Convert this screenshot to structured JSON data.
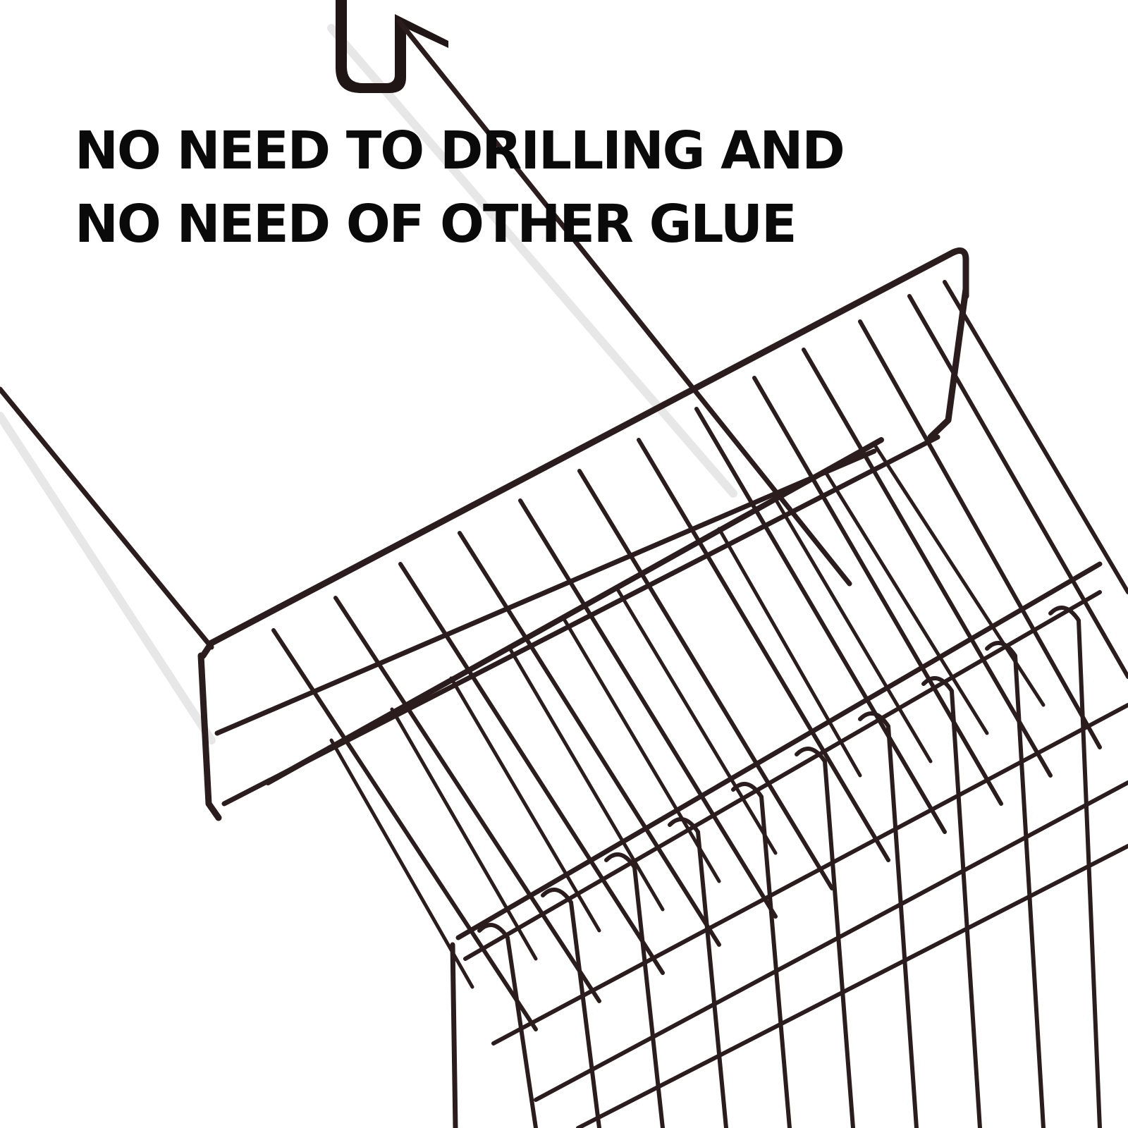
{
  "headline": {
    "line1": "NO NEED TO DRILLING AND",
    "line2": "NO NEED OF OTHER GLUE"
  },
  "colors": {
    "background": "#ffffff",
    "text": "#0a0a0a",
    "wire": "#2b1d1d",
    "shadow": "#e2e2e2"
  },
  "image": {
    "subject": "over-door hanging wire storage basket",
    "icon": "wire-basket-illustration"
  }
}
